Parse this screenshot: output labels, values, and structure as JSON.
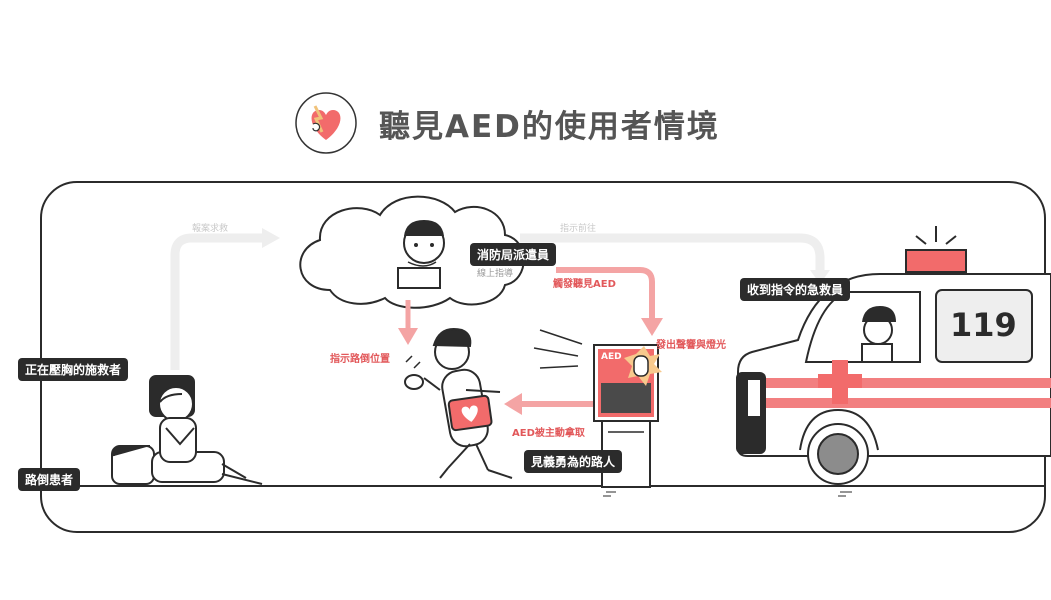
{
  "title": "聽見AED的使用者情境",
  "flow": {
    "report": "報案求救",
    "instruct_go": "指示前往",
    "online_guide": "線上指導",
    "trigger": "觸發聽見AED",
    "point_location": "指示路倒位置",
    "sound_light": "發出聲響與燈光",
    "taken": "AED被主動拿取"
  },
  "roles": {
    "dispatcher": "消防局派遣員",
    "rescuer": "正在壓胸的施救者",
    "patient": "路倒患者",
    "bystander": "見義勇為的路人",
    "emt": "收到指令的急救員"
  },
  "devices": {
    "aed_label": "AED",
    "ambulance_number": "119"
  },
  "colors": {
    "accent_red": "#f27f80",
    "dark": "#2b2b2b",
    "light_grey": "#eeeeee"
  }
}
